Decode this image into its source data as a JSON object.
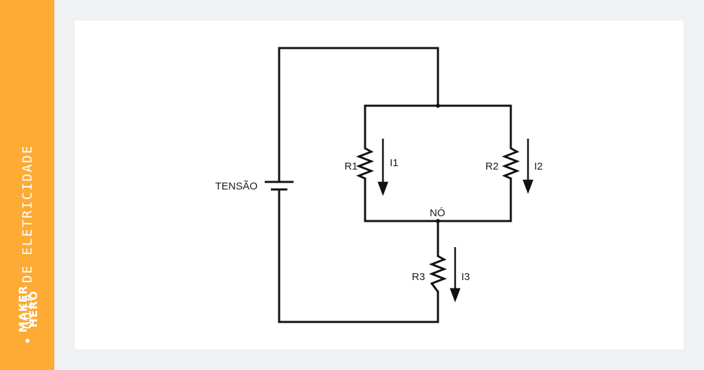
{
  "sidebar": {
    "title": "GUIA DE ELETRICIDADE",
    "logo_line1": "MAKER",
    "logo_line2": "HERO",
    "background": "#fdab34"
  },
  "diagram": {
    "source_label": "TENSÃO",
    "node_label": "NÓ",
    "resistors": [
      {
        "label": "R1",
        "current": "I1"
      },
      {
        "label": "R2",
        "current": "I2"
      },
      {
        "label": "R3",
        "current": "I3"
      }
    ],
    "wire_color": "#111111"
  }
}
